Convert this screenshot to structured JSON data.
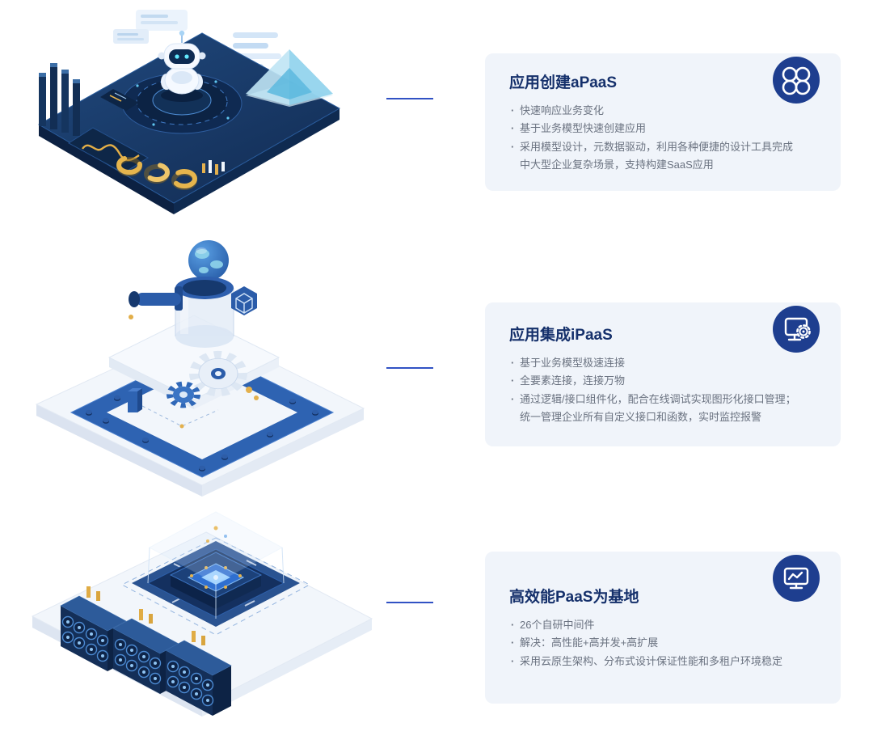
{
  "page": {
    "background": "#ffffff"
  },
  "colors": {
    "card_bg": "#f0f4fa",
    "title": "#15306b",
    "body_text": "#6a7280",
    "icon_badge_bg": "#1e3e8f",
    "connector": "#3152c4",
    "illustration_navy": "#14305f",
    "illustration_blue": "#2e63b2",
    "illustration_gold": "#e4b14e"
  },
  "sections": [
    {
      "id": "apaas",
      "title": "应用创建aPaaS",
      "icon": "four-circles-icon",
      "illustration": "robot-dashboard-illustration",
      "bullets": [
        "快速响应业务变化",
        "基于业务模型快速创建应用",
        "采用模型设计，元数据驱动，利用各种便捷的设计工具完成\n中大型企业复杂场景，支持构建SaaS应用"
      ]
    },
    {
      "id": "ipaas",
      "title": "应用集成iPaaS",
      "icon": "screen-gear-icon",
      "illustration": "integration-machine-illustration",
      "bullets": [
        "基于业务模型极速连接",
        "全要素连接，连接万物",
        "通过逻辑/接口组件化，配合在线调试实现图形化接口管理；\n统一管理企业所有自定义接口和函数，实时监控报警"
      ]
    },
    {
      "id": "paas",
      "title": "高效能PaaS为基地",
      "icon": "monitor-chart-icon",
      "illustration": "server-platform-illustration",
      "bullets": [
        "26个自研中间件",
        "解决：高性能+高并发+高扩展",
        "采用云原生架构、分布式设计保证性能和多租户环境稳定"
      ]
    }
  ]
}
